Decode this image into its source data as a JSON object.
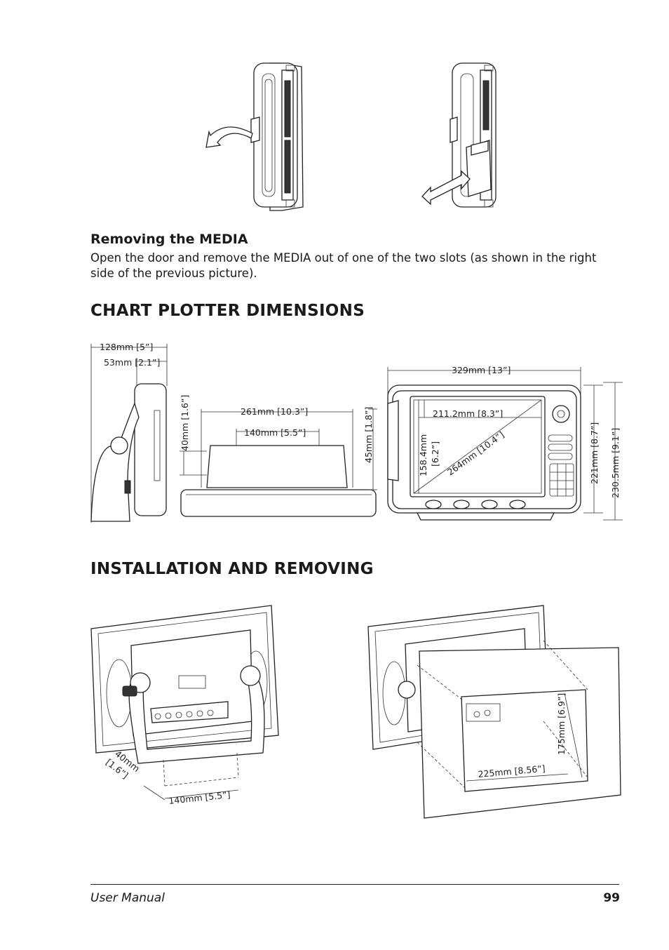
{
  "removing_media": {
    "title": "Removing the MEDIA",
    "text": "Open the door and remove the MEDIA out of one of the two slots (as shown in the right side of the previous picture)."
  },
  "dimensions_section": {
    "title": "CHART PLOTTER DIMENSIONS",
    "labels": {
      "depth_total": "128mm [5”]",
      "depth_unit": "53mm [2.1”]",
      "bracket_height": "40mm [1.6”]",
      "bracket_width": "261mm [10.3”]",
      "bracket_holes": "140mm [5.5”]",
      "base_height": "45mm [1.8”]",
      "total_width": "329mm [13”]",
      "screen_width": "211.2mm [8.3”]",
      "screen_height_mm": "158.4mm",
      "screen_height_in": "[6.2”]",
      "screen_diagonal": "264mm [10.4”]",
      "unit_height": "221mm [8.7”]",
      "total_height": "230.5mm [9.1”]"
    }
  },
  "installation_section": {
    "title": "INSTALLATION AND REMOVING",
    "labels": {
      "hole_depth_mm": "40mm",
      "hole_depth_in": "[1.6”]",
      "hole_spacing": "140mm [5.5”]",
      "cutout_width": "225mm [8.56”]",
      "cutout_height": "175mm [6.9”]"
    }
  },
  "footer": {
    "title": "User Manual",
    "page_number": "99"
  }
}
